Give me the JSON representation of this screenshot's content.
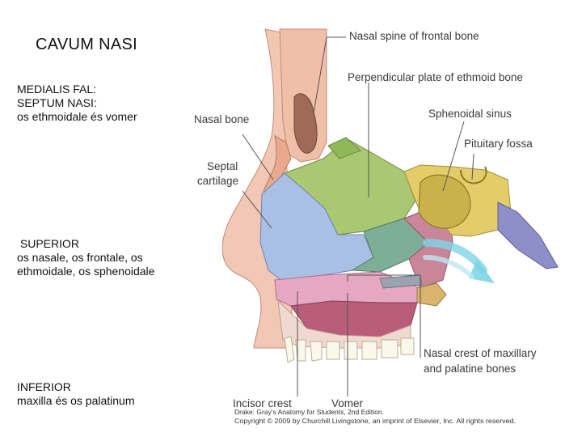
{
  "title": "CAVUM NASI",
  "medial": {
    "lines": [
      "MEDIALIS FAL:",
      "SEPTUM NASI:",
      "os ethmoidale és vomer"
    ]
  },
  "superior": {
    "lines": [
      " SUPERIOR",
      "os nasale, os frontale, os",
      "ethmoidale, os sphenoidale"
    ]
  },
  "inferior": {
    "lines": [
      "INFERIOR",
      "maxilla és os palatinum"
    ]
  },
  "diagram": {
    "labels": {
      "nasal_spine": "Nasal spine of frontal bone",
      "perpendicular_plate": "Perpendicular plate of ethmoid bone",
      "nasal_bone": "Nasal bone",
      "sphenoidal_sinus": "Sphenoidal sinus",
      "pituitary_fossa": "Pituitary fossa",
      "septal_cartilage_1": "Septal",
      "septal_cartilage_2": "cartilage",
      "nasal_crest_1": "Nasal crest of maxillary",
      "nasal_crest_2": "and palatine bones",
      "incisor_crest": "Incisor crest",
      "vomer": "Vomer"
    },
    "credit": {
      "line1": "Drake: Gray's Anatomy for Students, 2nd Edition.",
      "line2": "Copyright © 2009 by Churchill Livingstone, an imprint of Elsevier, Inc. All rights reserved."
    },
    "colors": {
      "skin": "#f2c7b3",
      "nasal_bone": "#e8a98c",
      "frontal_sinus": "#a06a58",
      "ethmoid": "#a9c871",
      "septal_cartilage": "#a9bfe3",
      "vomer": "#7fae96",
      "sphenoid": "#e3cc6a",
      "sphenoid_sinus": "#c9b24a",
      "mucosa": "#c9869a",
      "palate_bone": "#e6a7c2",
      "occipital": "#8e8fc8",
      "airflow": "#7fd3e6",
      "leader": "#555555"
    }
  }
}
